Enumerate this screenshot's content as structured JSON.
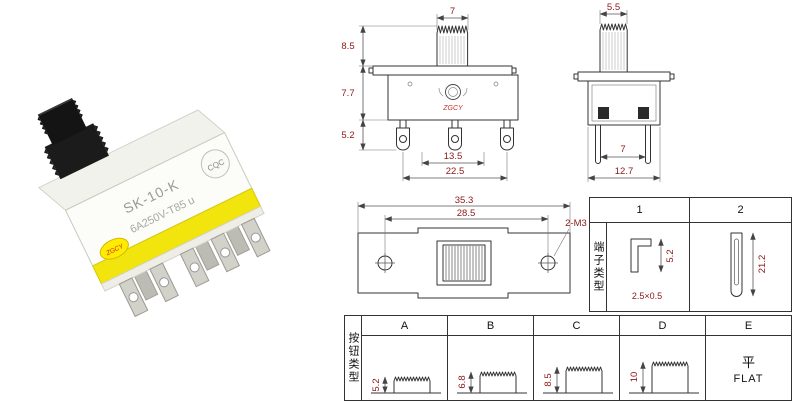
{
  "photo": {
    "model": "SK-10-K",
    "rating": "6A250V-T85 u",
    "cert": "CQC",
    "brand": "ZGCY"
  },
  "front_view": {
    "dim_knob_width": "7",
    "dim_upper_height": "8.5",
    "dim_body_height": "7.7",
    "dim_pin_height": "5.2",
    "dim_pin_span_inner": "13.5",
    "dim_pin_span_outer": "22.5",
    "logo": "ZGCY"
  },
  "side_view": {
    "dim_top_width": "5.5",
    "dim_pin_span": "7",
    "dim_overall_width": "12.7"
  },
  "top_view": {
    "dim_overall_length": "35.3",
    "dim_hole_span": "28.5",
    "hole_callout": "2-M3"
  },
  "terminal_table": {
    "row_label": "端子类型",
    "col1_header": "1",
    "col2_header": "2",
    "terminal1_dim": "5.2",
    "terminal1_size": "2.5×0.5",
    "terminal2_dim": "21.2"
  },
  "button_table": {
    "row_label": "按钮类型",
    "headers": [
      "A",
      "B",
      "C",
      "D",
      "E"
    ],
    "dims": [
      "5.2",
      "6.8",
      "8.5",
      "10"
    ],
    "flat_cn": "平",
    "flat_en": "FLAT"
  },
  "colors": {
    "dim_text": "#8a1818",
    "outline": "#333333",
    "accent_yellow": "#f2e50e",
    "knob_black": "#1b1b1b"
  }
}
